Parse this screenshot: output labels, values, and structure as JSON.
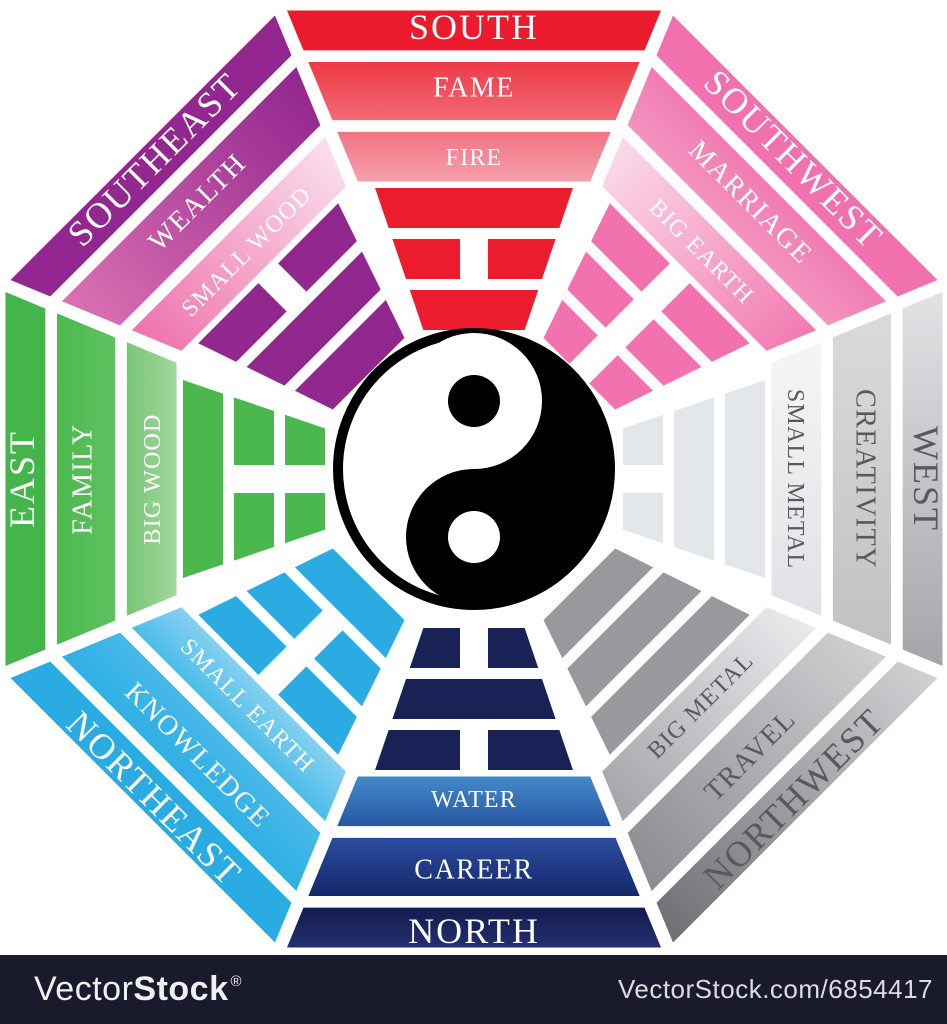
{
  "diagram": {
    "type": "feng-shui-bagua-octagon",
    "center_symbol": "yin-yang",
    "background_color": "#FFFFFF",
    "separator_color": "#FFFFFF",
    "rings_outer_to_inner": [
      "direction",
      "aspect",
      "element",
      "trigram"
    ],
    "sectors": [
      {
        "id": "south",
        "compass_position": "top",
        "angle_deg": 90,
        "label_rotation_deg": 0,
        "text_color": "#FFFFFF",
        "direction": "SOUTH",
        "aspect": "FAME",
        "element": "FIRE",
        "trigram_name": "li-fire",
        "trigram_lines_outer_to_inner": [
          1,
          0,
          1
        ],
        "trigram_color": "#EC1B2E",
        "bands": {
          "direction": {
            "from": "#EB1B2D",
            "to": "#EB1B2D",
            "dir": "r"
          },
          "aspect": {
            "from": "#ED3A46",
            "to": "#F26975",
            "dir": "r"
          },
          "element": {
            "from": "#F17381",
            "to": "#F7A0AE",
            "dir": "r"
          }
        }
      },
      {
        "id": "southwest",
        "compass_position": "top-right",
        "angle_deg": 45,
        "label_rotation_deg": 45,
        "text_color": "#FFFFFF",
        "direction": "SOUTHWEST",
        "aspect": "MARRIAGE",
        "element": "BIG EARTH",
        "trigram_name": "kun-earth",
        "trigram_lines_outer_to_inner": [
          0,
          0,
          0
        ],
        "trigram_color": "#F172AE",
        "bands": {
          "direction": {
            "from": "#F170AE",
            "to": "#F170AE",
            "dir": "r"
          },
          "aspect": {
            "from": "#F07CB3",
            "to": "#F492BF",
            "dir": "r"
          },
          "element": {
            "from": "#FBD9E9",
            "to": "#F27BB1",
            "dir": "t"
          }
        }
      },
      {
        "id": "west",
        "compass_position": "right",
        "angle_deg": 0,
        "label_rotation_deg": 90,
        "text_color": "#58595B",
        "direction": "WEST",
        "aspect": "CREATIVITY",
        "element": "SMALL METAL",
        "trigram_name": "dui-lake",
        "trigram_lines_outer_to_inner": [
          1,
          1,
          0
        ],
        "trigram_color": "#E3E7EA",
        "bands": {
          "direction": {
            "from": "#E0E2E4",
            "to": "#A4A6A9",
            "dir": "t"
          },
          "aspect": {
            "from": "#D8DADC",
            "to": "#C0C2C4",
            "dir": "t"
          },
          "element": {
            "from": "#F4F5F6",
            "to": "#E0E2E5",
            "dir": "t"
          }
        }
      },
      {
        "id": "northwest",
        "compass_position": "bottom-right",
        "angle_deg": -45,
        "label_rotation_deg": -45,
        "text_color": "#58595B",
        "direction": "NORTHWEST",
        "aspect": "TRAVEL",
        "element": "BIG METAL",
        "trigram_name": "qian-heaven",
        "trigram_lines_outer_to_inner": [
          1,
          1,
          1
        ],
        "trigram_color": "#97999C",
        "bands": {
          "direction": {
            "from": "#CFD1D3",
            "to": "#6E7073",
            "dir": "t"
          },
          "aspect": {
            "from": "#CDCFD1",
            "to": "#8C8E91",
            "dir": "t"
          },
          "element": {
            "from": "#E8EAEC",
            "to": "#A4A6A9",
            "dir": "t"
          }
        }
      },
      {
        "id": "north",
        "compass_position": "bottom",
        "angle_deg": -90,
        "label_rotation_deg": 0,
        "text_color": "#FFFFFF",
        "direction": "NORTH",
        "aspect": "CAREER",
        "element": "WATER",
        "trigram_name": "kan-water",
        "trigram_lines_outer_to_inner": [
          0,
          1,
          0
        ],
        "trigram_color": "#182257",
        "bands": {
          "direction": {
            "from": "#232F70",
            "to": "#131B4E",
            "dir": "r"
          },
          "aspect": {
            "from": "#15286B",
            "to": "#2B4DA0",
            "dir": "r"
          },
          "element": {
            "from": "#2757A2",
            "to": "#4489CA",
            "dir": "r"
          }
        }
      },
      {
        "id": "northeast",
        "compass_position": "bottom-left",
        "angle_deg": -135,
        "label_rotation_deg": 45,
        "text_color": "#FFFFFF",
        "direction": "NORTHEAST",
        "aspect": "KNOWLEDGE",
        "element": "SMALL EARTH",
        "trigram_name": "gen-mountain",
        "trigram_lines_outer_to_inner": [
          0,
          0,
          1
        ],
        "trigram_color": "#2AACE3",
        "bands": {
          "direction": {
            "from": "#2AACE3",
            "to": "#2AACE3",
            "dir": "r"
          },
          "aspect": {
            "from": "#2FAFE4",
            "to": "#47B9E8",
            "dir": "r"
          },
          "element": {
            "from": "#4CBDEA",
            "to": "#86D0F1",
            "dir": "r"
          }
        }
      },
      {
        "id": "east",
        "compass_position": "left",
        "angle_deg": 180,
        "label_rotation_deg": -90,
        "text_color": "#FFFFFF",
        "direction": "EAST",
        "aspect": "FAMILY",
        "element": "BIG WOOD",
        "trigram_name": "zhen-thunder",
        "trigram_lines_outer_to_inner": [
          1,
          0,
          0
        ],
        "trigram_color": "#4BB84D",
        "bands": {
          "direction": {
            "from": "#43B54A",
            "to": "#43B54A",
            "dir": "r"
          },
          "aspect": {
            "from": "#4CB950",
            "to": "#60C160",
            "dir": "r"
          },
          "element": {
            "from": "#79C776",
            "to": "#A2D69E",
            "dir": "r"
          }
        }
      },
      {
        "id": "southeast",
        "compass_position": "top-left",
        "angle_deg": 135,
        "label_rotation_deg": -45,
        "text_color": "#FFFFFF",
        "direction": "SOUTHEAST",
        "aspect": "WEALTH",
        "element": "SMALL WOOD",
        "trigram_name": "xun-wind",
        "trigram_lines_outer_to_inner": [
          0,
          1,
          1
        ],
        "trigram_color": "#91278F",
        "bands": {
          "direction": {
            "from": "#91278F",
            "to": "#91278F",
            "dir": "r"
          },
          "aspect": {
            "from": "#DB6FB1",
            "to": "#92278F",
            "dir": "t"
          },
          "element": {
            "from": "#EF74AD",
            "to": "#FADEEC",
            "dir": "t"
          }
        }
      }
    ],
    "yin_yang": {
      "light_color": "#FFFFFF",
      "dark_color": "#000000"
    }
  },
  "watermark": {
    "bar_color": "#191A2B",
    "brand_light": "Vector",
    "brand_bold": "Stock",
    "registered": "®",
    "url_text": "VectorStock.com/6854417"
  }
}
